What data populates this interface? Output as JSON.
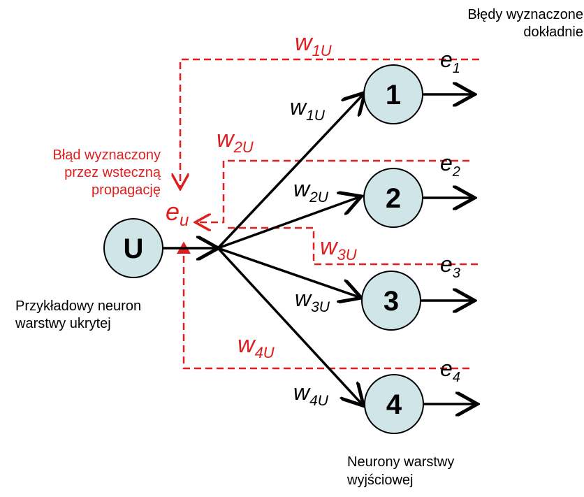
{
  "annotations": {
    "exact_errors_line1": "Błędy wyznaczone",
    "exact_errors_line2": "dokładnie",
    "backprop_line1": "Błąd wyznaczony",
    "backprop_line2": "przez wsteczną",
    "backprop_line3": "propagację",
    "hidden_neuron_line1": "Przykładowy neuron",
    "hidden_neuron_line2": "warstwy ukrytej",
    "output_neurons_line1": "Neurony warstwy",
    "output_neurons_line2": "wyjściowej"
  },
  "hidden_neuron": {
    "label": "U"
  },
  "output_neurons": [
    {
      "label": "1",
      "error": "e",
      "error_sub": "1",
      "weight": "w",
      "weight_sub": "1U"
    },
    {
      "label": "2",
      "error": "e",
      "error_sub": "2",
      "weight": "w",
      "weight_sub": "2U"
    },
    {
      "label": "3",
      "error": "e",
      "error_sub": "3",
      "weight": "w",
      "weight_sub": "3U"
    },
    {
      "label": "4",
      "error": "e",
      "error_sub": "4",
      "weight": "w",
      "weight_sub": "4U"
    }
  ],
  "backprop_error": {
    "symbol": "e",
    "sub": "u"
  },
  "colors": {
    "node_fill": "#cfe5e8",
    "backprop": "#dd1f1f",
    "forward": "#000000"
  }
}
